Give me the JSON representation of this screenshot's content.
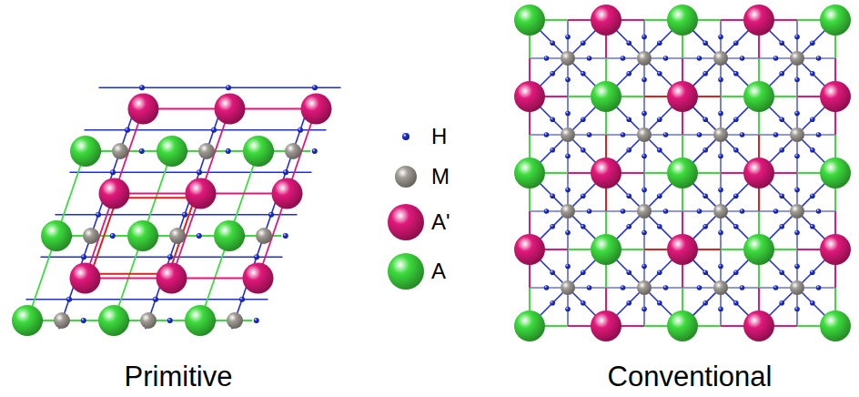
{
  "diagram": {
    "labels": [
      "Primitive",
      "Conventional"
    ],
    "legend": [
      {
        "text": "H",
        "color": "#1f2fd6"
      },
      {
        "text": "M",
        "color": "#a09c94"
      },
      {
        "text": "A'",
        "color": "#e0187a"
      },
      {
        "text": "A",
        "color": "#3ddc3d"
      }
    ]
  }
}
